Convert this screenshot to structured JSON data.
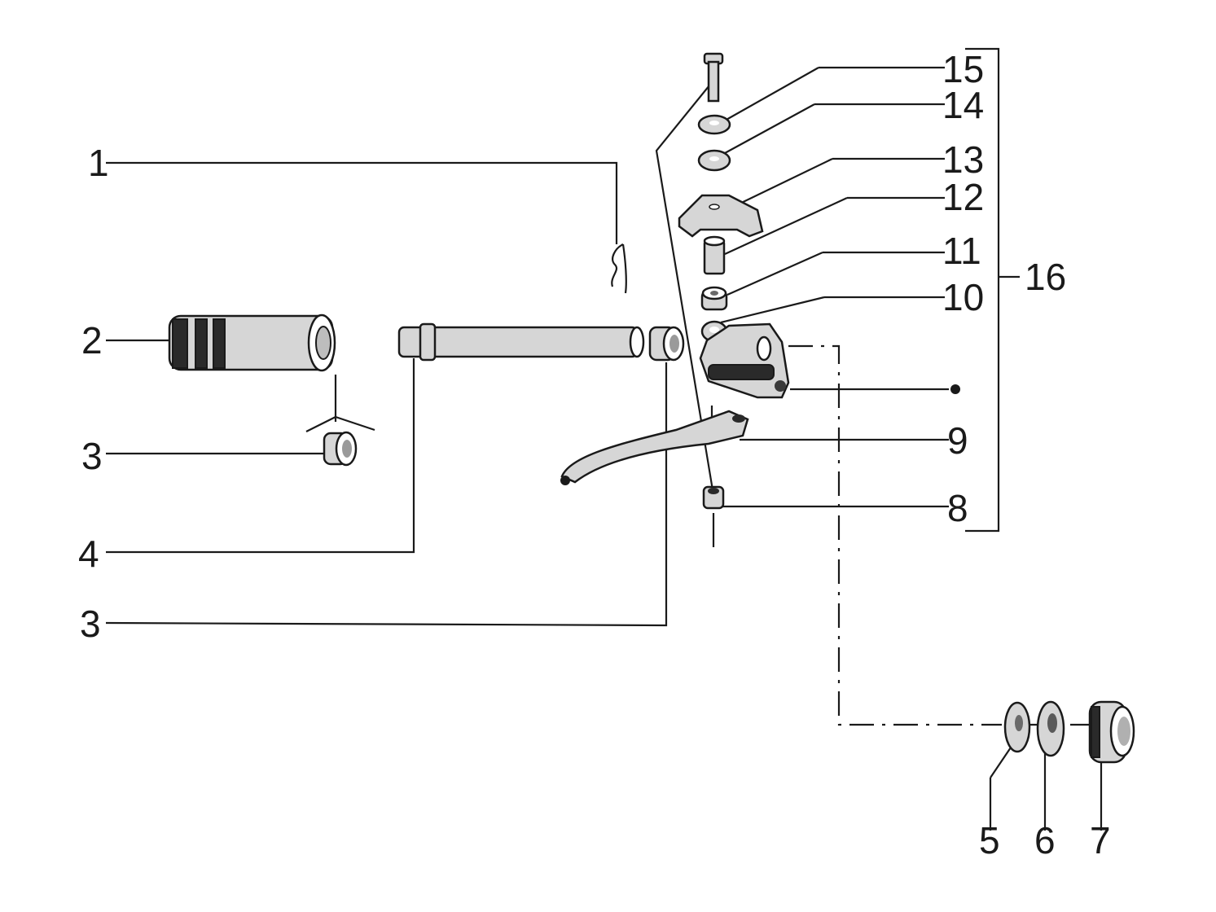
{
  "diagram": {
    "labels": {
      "l1": "1",
      "l2": "2",
      "l3a": "3",
      "l3b": "3",
      "l4": "4",
      "l5": "5",
      "l6": "6",
      "l7": "7",
      "l8": "8",
      "l9": "9",
      "l10": "10",
      "l11": "11",
      "l12": "12",
      "l13": "13",
      "l14": "14",
      "l15": "15",
      "l16": "16"
    }
  }
}
